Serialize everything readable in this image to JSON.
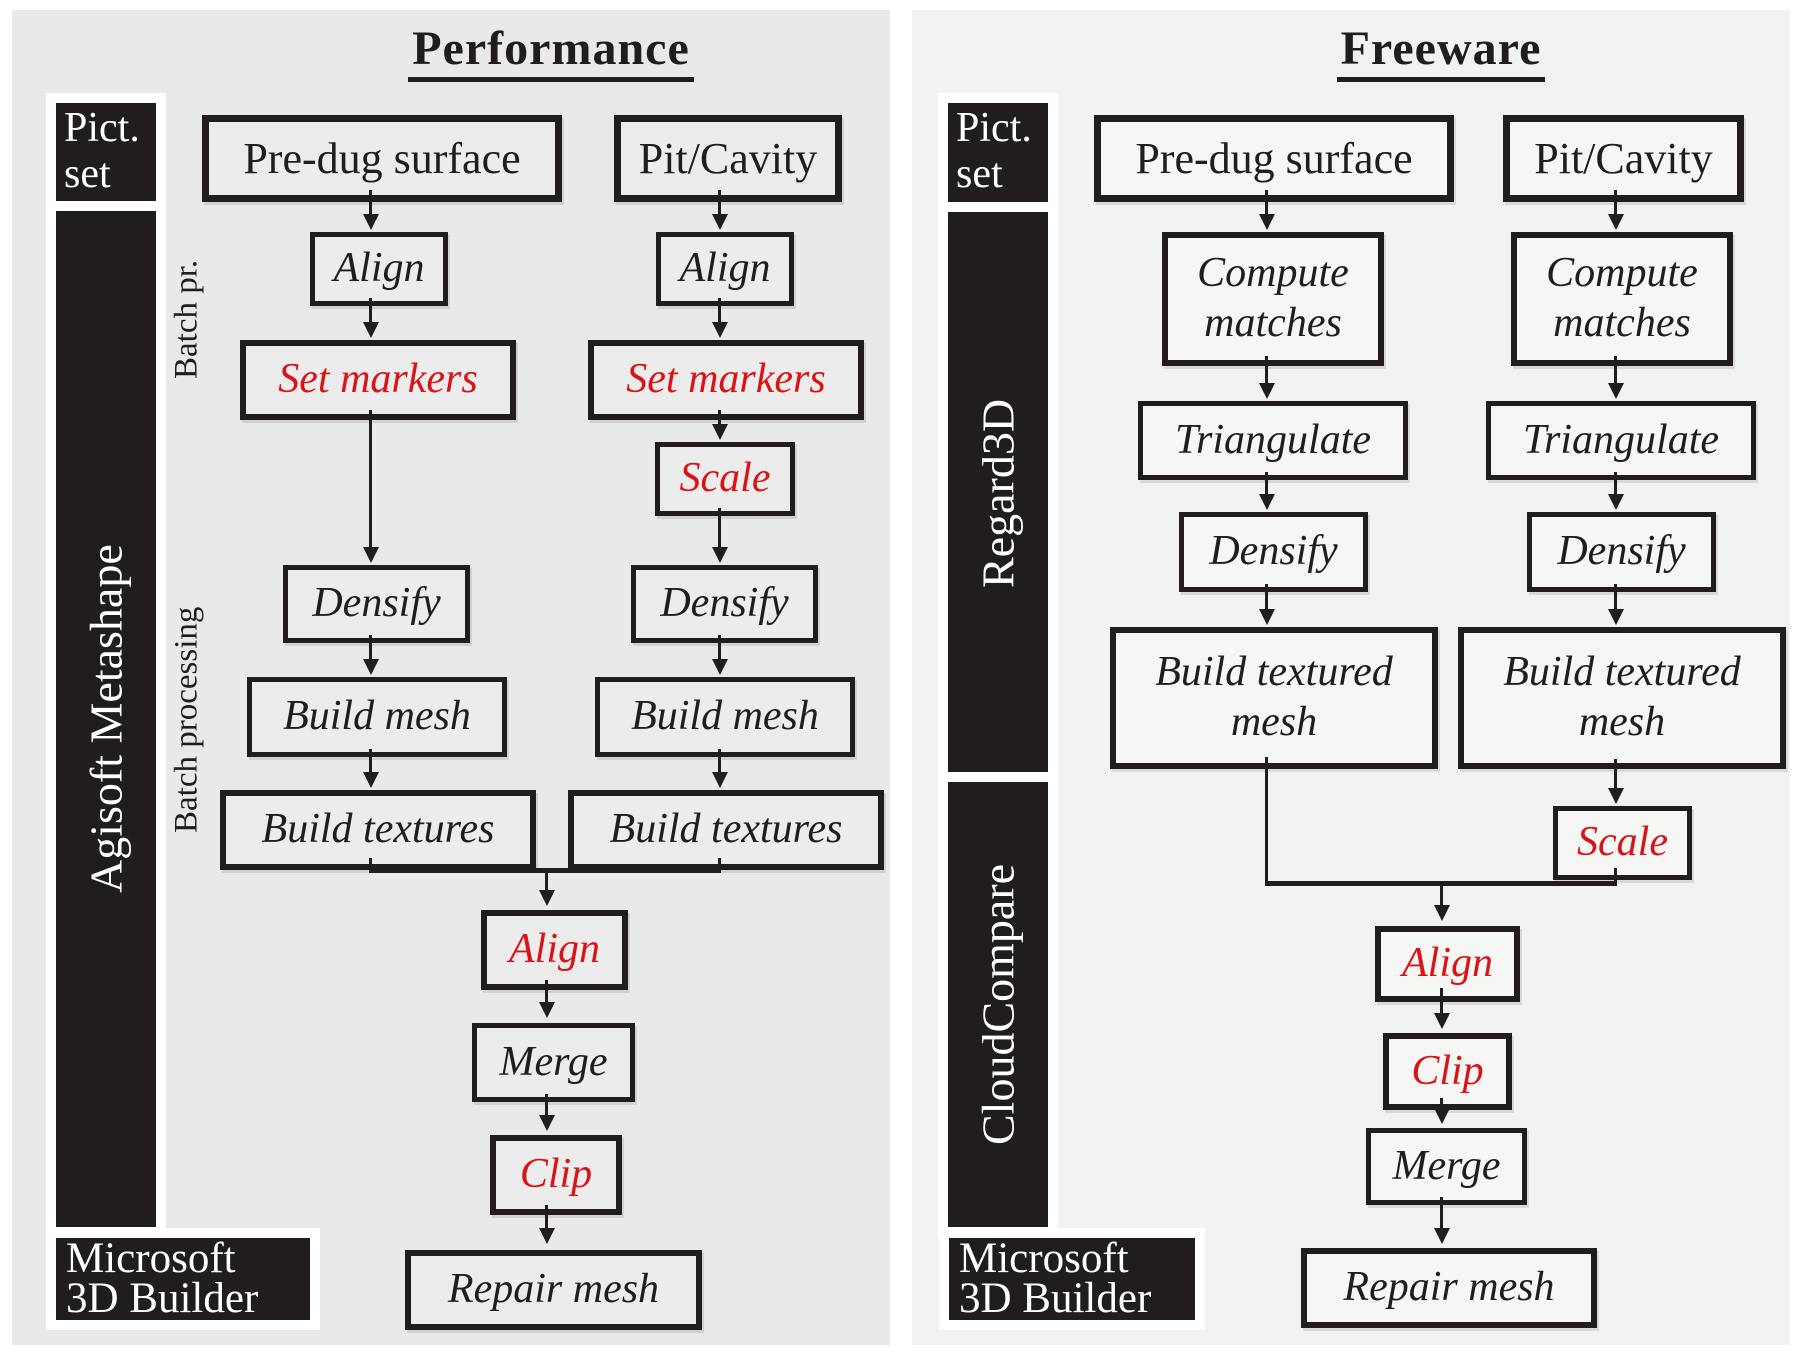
{
  "colors": {
    "ink": "#201d1c",
    "red": "#d91417",
    "panel_left_bg": "#e9e9e8",
    "panel_right_bg": "#f2f2f1",
    "frame_white": "#ffffff"
  },
  "left": {
    "title": "Performance",
    "pict_set": {
      "line1": "Pict.",
      "line2": "set"
    },
    "software_bar": "Agisoft Metashape",
    "batch_short": "Batch pr.",
    "batch_long": "Batch processing",
    "bottom_software": {
      "line1": "Microsoft",
      "line2": "3D Builder"
    },
    "column_a": {
      "header": "Pre-dug surface",
      "steps": [
        "Align",
        "Set markers",
        "Densify",
        "Build mesh",
        "Build textures"
      ]
    },
    "column_b": {
      "header": "Pit/Cavity",
      "steps": [
        "Align",
        "Set markers",
        "Scale",
        "Densify",
        "Build mesh",
        "Build textures"
      ]
    },
    "merged": [
      "Align",
      "Merge",
      "Clip",
      "Repair mesh"
    ]
  },
  "right": {
    "title": "Freeware",
    "pict_set": {
      "line1": "Pict.",
      "line2": "set"
    },
    "software_bar_top": "Regard3D",
    "software_bar_bottom": "CloudCompare",
    "bottom_software": {
      "line1": "Microsoft",
      "line2": "3D Builder"
    },
    "column_a": {
      "header": "Pre-dug surface",
      "steps": [
        "Compute matches",
        "Triangulate",
        "Densify",
        "Build textured mesh"
      ]
    },
    "column_b": {
      "header": "Pit/Cavity",
      "steps": [
        "Compute matches",
        "Triangulate",
        "Densify",
        "Build textured mesh",
        "Scale"
      ]
    },
    "merged": [
      "Align",
      "Clip",
      "Merge",
      "Repair mesh"
    ]
  }
}
